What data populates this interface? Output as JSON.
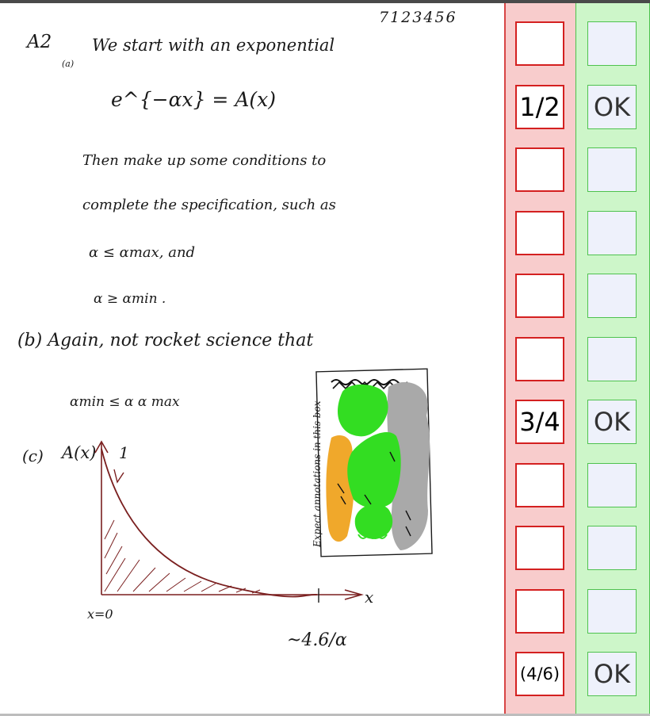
{
  "student_id": "7123456",
  "answer": {
    "question_label": "A2",
    "part_a_label": "(a)",
    "line_1": "We start with an exponential",
    "equation": "e^{−αx} = A(x)",
    "line_2": "Then make up some conditions to",
    "line_3": "complete the specification, such as",
    "line_4": "α ≤ αmax,  and",
    "line_5": "α ≥ αmin .",
    "part_b_line": "(b) Again, not rocket science that",
    "part_b_ineq": "αmin  ≤ α  α max",
    "part_c_label": "(c)",
    "y_axis_label": "A(x)",
    "y_tick": "1",
    "x_axis_label": "x",
    "origin_label": "x=0",
    "end_label": "~4.6/α",
    "box_note": "Expect annotations in this box"
  },
  "marks": {
    "rows": [
      {
        "score": "",
        "verdict": ""
      },
      {
        "score": "1/2",
        "verdict": "OK"
      },
      {
        "score": "",
        "verdict": ""
      },
      {
        "score": "",
        "verdict": ""
      },
      {
        "score": "",
        "verdict": ""
      },
      {
        "score": "",
        "verdict": ""
      },
      {
        "score": "3/4",
        "verdict": "OK"
      },
      {
        "score": "",
        "verdict": ""
      },
      {
        "score": "",
        "verdict": ""
      },
      {
        "score": "",
        "verdict": ""
      },
      {
        "score": "(4/6)",
        "verdict": "OK"
      }
    ]
  },
  "colors": {
    "red_column": "#f8cccc",
    "green_column": "#cdf6c9",
    "red_border": "#d42020",
    "green_border": "#4ec24e",
    "ink": "#1a1a1a",
    "graph_ink": "#7a1f1f"
  }
}
